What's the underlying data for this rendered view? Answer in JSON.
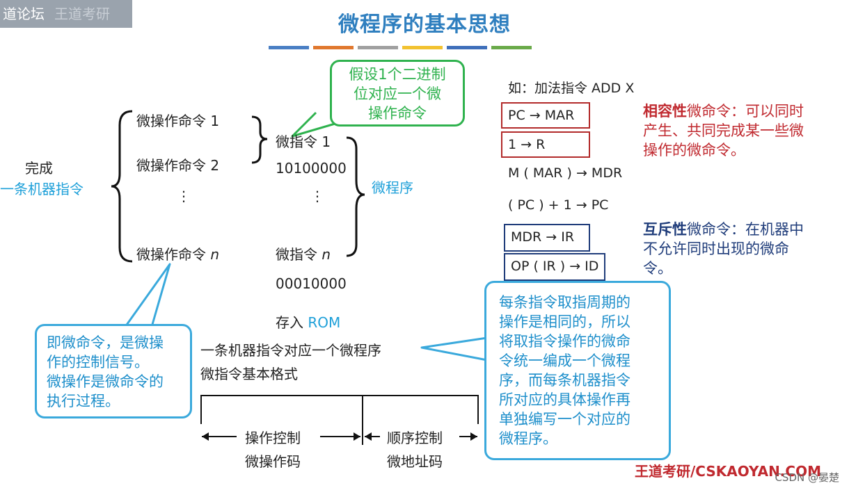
{
  "watermark": {
    "text": "道论坛",
    "faint": "王道考研"
  },
  "slide_title": "微程序的基本思想",
  "divider_colors": [
    "#4a7fc4",
    "#e0782e",
    "#a0a0a0",
    "#f2c230",
    "#3f6fba",
    "#6aaa4a"
  ],
  "left": {
    "line1": "完成",
    "line2": "一条机器指令",
    "micro_ops": [
      "微操作命令 1",
      "微操作命令 2",
      "⋮",
      "微操作命令"
    ],
    "micro_op_n": "n"
  },
  "middle": {
    "micro_instr_1": "微指令 1",
    "bits_1": "10100000",
    "dots": "⋮",
    "micro_instr_n": "微指令",
    "micro_instr_n_var": "n",
    "bits_n": "00010000",
    "store_prefix": "存入",
    "store_target": "ROM",
    "micro_program": "微程序",
    "one_instr_one_prog": "一条机器指令对应一个微程序",
    "format_title": "微指令基本格式"
  },
  "format_table": {
    "field1_top": "操作控制",
    "field1_bottom": "微操作码",
    "field2_top": "顺序控制",
    "field2_bottom": "微地址码"
  },
  "green_bubble": {
    "lines": [
      "假设1个二进制",
      "位对应一个微",
      "操作命令"
    ]
  },
  "left_bubble": {
    "lines": [
      "即微命令，是微操",
      "作的控制信号。",
      "微操作是微命令的",
      "执行过程。"
    ]
  },
  "right_bubble": {
    "lines": [
      "每条指令取指周期的",
      "操作是相同的，所以",
      "将取指令操作的微命",
      "令统一编成一个微程",
      "序，而每条机器指令",
      "所对应的具体操作再",
      "单独编写一个对应的",
      "微程序。"
    ]
  },
  "example": {
    "heading": "如：加法指令 ADD  X",
    "steps": [
      "PC → MAR",
      "1 → R",
      "M ( MAR ) → MDR",
      "( PC ) + 1 → PC",
      "MDR → IR",
      "OP ( IR ) → ID"
    ]
  },
  "compatible_note": {
    "bold": "相容性",
    "rest": "微命令：可以同时产生、共同完成某一些微操作的微命令。"
  },
  "exclusive_note": {
    "bold": "互斥性",
    "rest": "微命令：在机器中不允许同时出现的微命令。"
  },
  "footer": "王道考研/CSKAOYAN.COM",
  "credit": "CSDN @晏楚"
}
